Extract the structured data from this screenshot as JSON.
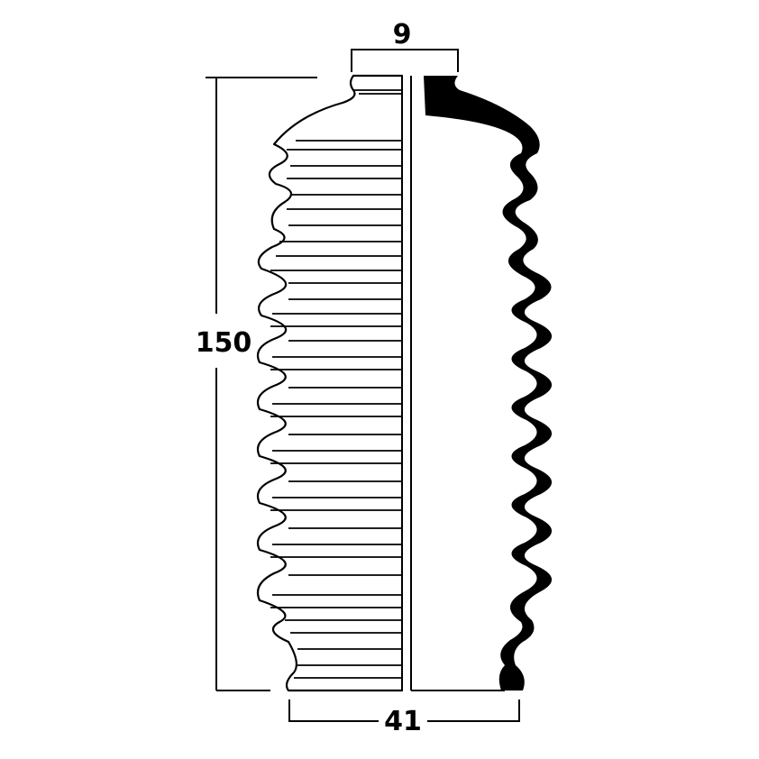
{
  "dimensions": {
    "top_diameter": "9",
    "height": "150",
    "bottom_diameter": "41"
  },
  "colors": {
    "ink": "#000000",
    "background": "#ffffff"
  }
}
